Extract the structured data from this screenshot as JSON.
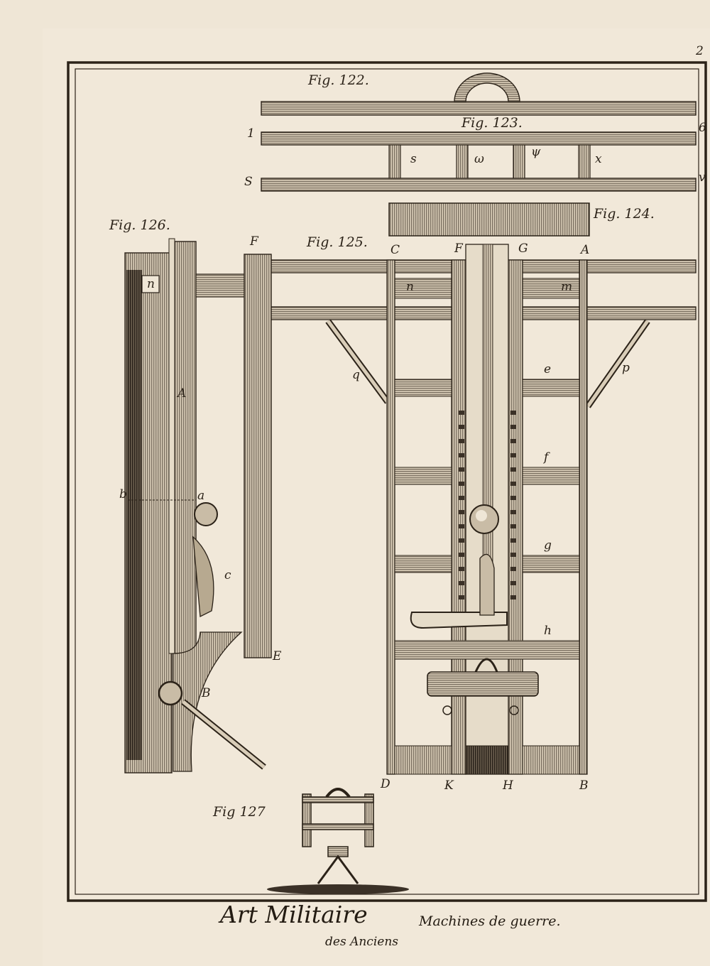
{
  "plate": {
    "page_number": "2",
    "title": "Art Militaire",
    "subtitle": "Machines de guerre.",
    "subtitle_line2": "des Anciens"
  },
  "figures": {
    "fig122": "Fig. 122.",
    "fig123": "Fig. 123.",
    "fig124": "Fig. 124.",
    "fig125": "Fig. 125.",
    "fig126": "Fig. 126.",
    "fig127": "Fig 127"
  },
  "letters": {
    "fig123": [
      "1",
      "6",
      "S",
      "v",
      "s",
      "ω",
      "ψ",
      "x"
    ],
    "fig125": [
      "C",
      "F",
      "G",
      "A",
      "n",
      "m",
      "q",
      "p",
      "e",
      "f",
      "g",
      "h",
      "D",
      "K",
      "H",
      "B"
    ],
    "fig126": [
      "F",
      "n",
      "A",
      "b",
      "a",
      "c",
      "E",
      "B"
    ]
  },
  "colors": {
    "paper": "#efe6d6",
    "ink": "#2b2218",
    "hatch": "#5a4d3f"
  }
}
